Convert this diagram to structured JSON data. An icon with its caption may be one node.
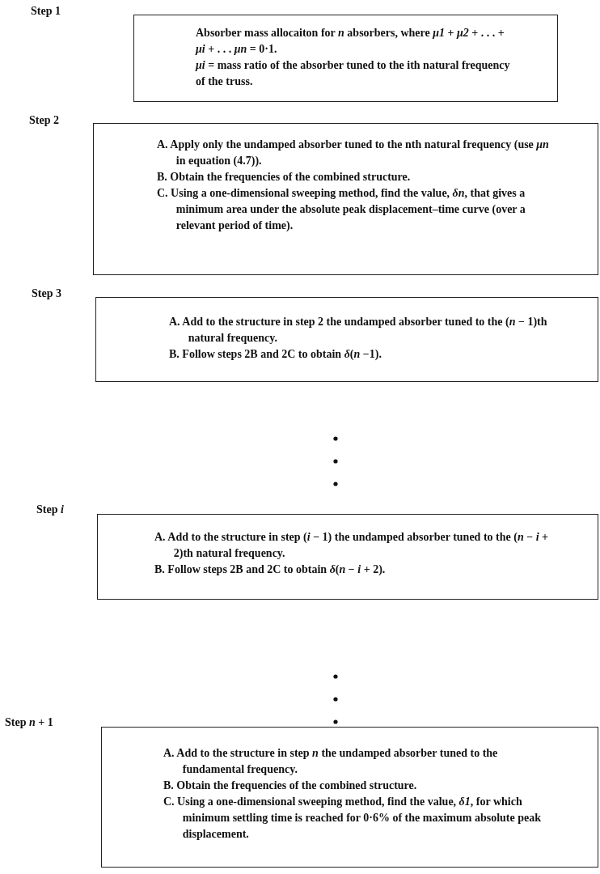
{
  "diagram": {
    "nodes": [
      {
        "text": [
          "Absorber mass allocaiton for *n* absorbers, where *μ1* + *μ2* + . . . + *μi* + . . . *μn* = 0·1.",
          "*μi* = mass ratio of the absorber tuned to the ith natural frequency of the truss."
        ]
      },
      {
        "text": [
          "Step 2",
          "A. Apply only the undamped absorber tuned to the nth natural frequency (use *μn* in equation (4.7)).",
          "B. Obtain the frequencies of the combined structure.",
          "C. Using a one-dimensional sweeping method, find the value, *δn*, that gives a minimum area under the absolute peak displacement–time curve (over a relevant period of time)."
        ]
      },
      {
        "text": [
          "Step 3",
          "A. Add to the structure in step 2 the undamped absorber tuned to the (*n* − 1)th natural frequency.",
          "B. Follow steps 2B and 2C to obtain *δ*(*n* −1)."
        ]
      },
      {
        "text": [
          "Step *i*",
          "A. Add to the structure in step (*i* − 1) the undamped absorber tuned to the (*n* − *i* + 2)th natural frequency.",
          "B. Follow steps 2B and 2C to obtain *δ*(*n* − *i* + 2)."
        ]
      },
      {
        "text": [
          "Step *n* + 1",
          "A. Add to the structure in step *n* the undamped absorber tuned to the fundamental frequency.",
          "B. Obtain the frequencies of the combined structure.",
          "C. Using a one-dimensional sweeping method, find the value, *δ1*, for which minimum settling time is reached for 0·6% of the maximum absolute peak displacement."
        ]
      }
    ],
    "labels": [
      "Step 1"
    ]
  }
}
